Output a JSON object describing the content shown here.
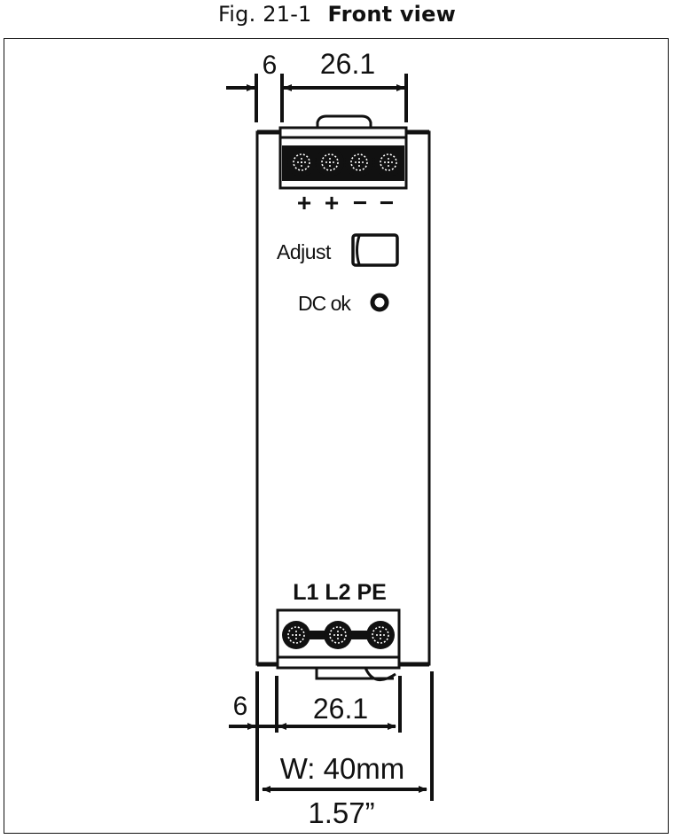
{
  "caption": {
    "figure_number": "Fig. 21-1",
    "title": "Front view"
  },
  "top_dimensions": {
    "offset_label": "6",
    "terminal_width_label": "26.1"
  },
  "output_terminal": {
    "polarity_labels": [
      "+",
      "+",
      "−",
      "−"
    ],
    "screw_count": 4
  },
  "controls": {
    "adjust_label": "Adjust",
    "dc_ok_label": "DC ok"
  },
  "input_terminal": {
    "labels": "L1 L2 PE",
    "screw_count": 3
  },
  "bottom_dimensions": {
    "offset_label": "6",
    "terminal_width_label": "26.1",
    "width_mm_label": "W: 40mm",
    "width_inch_label": "1.57”"
  },
  "colors": {
    "line": "#111111",
    "background": "#ffffff"
  }
}
